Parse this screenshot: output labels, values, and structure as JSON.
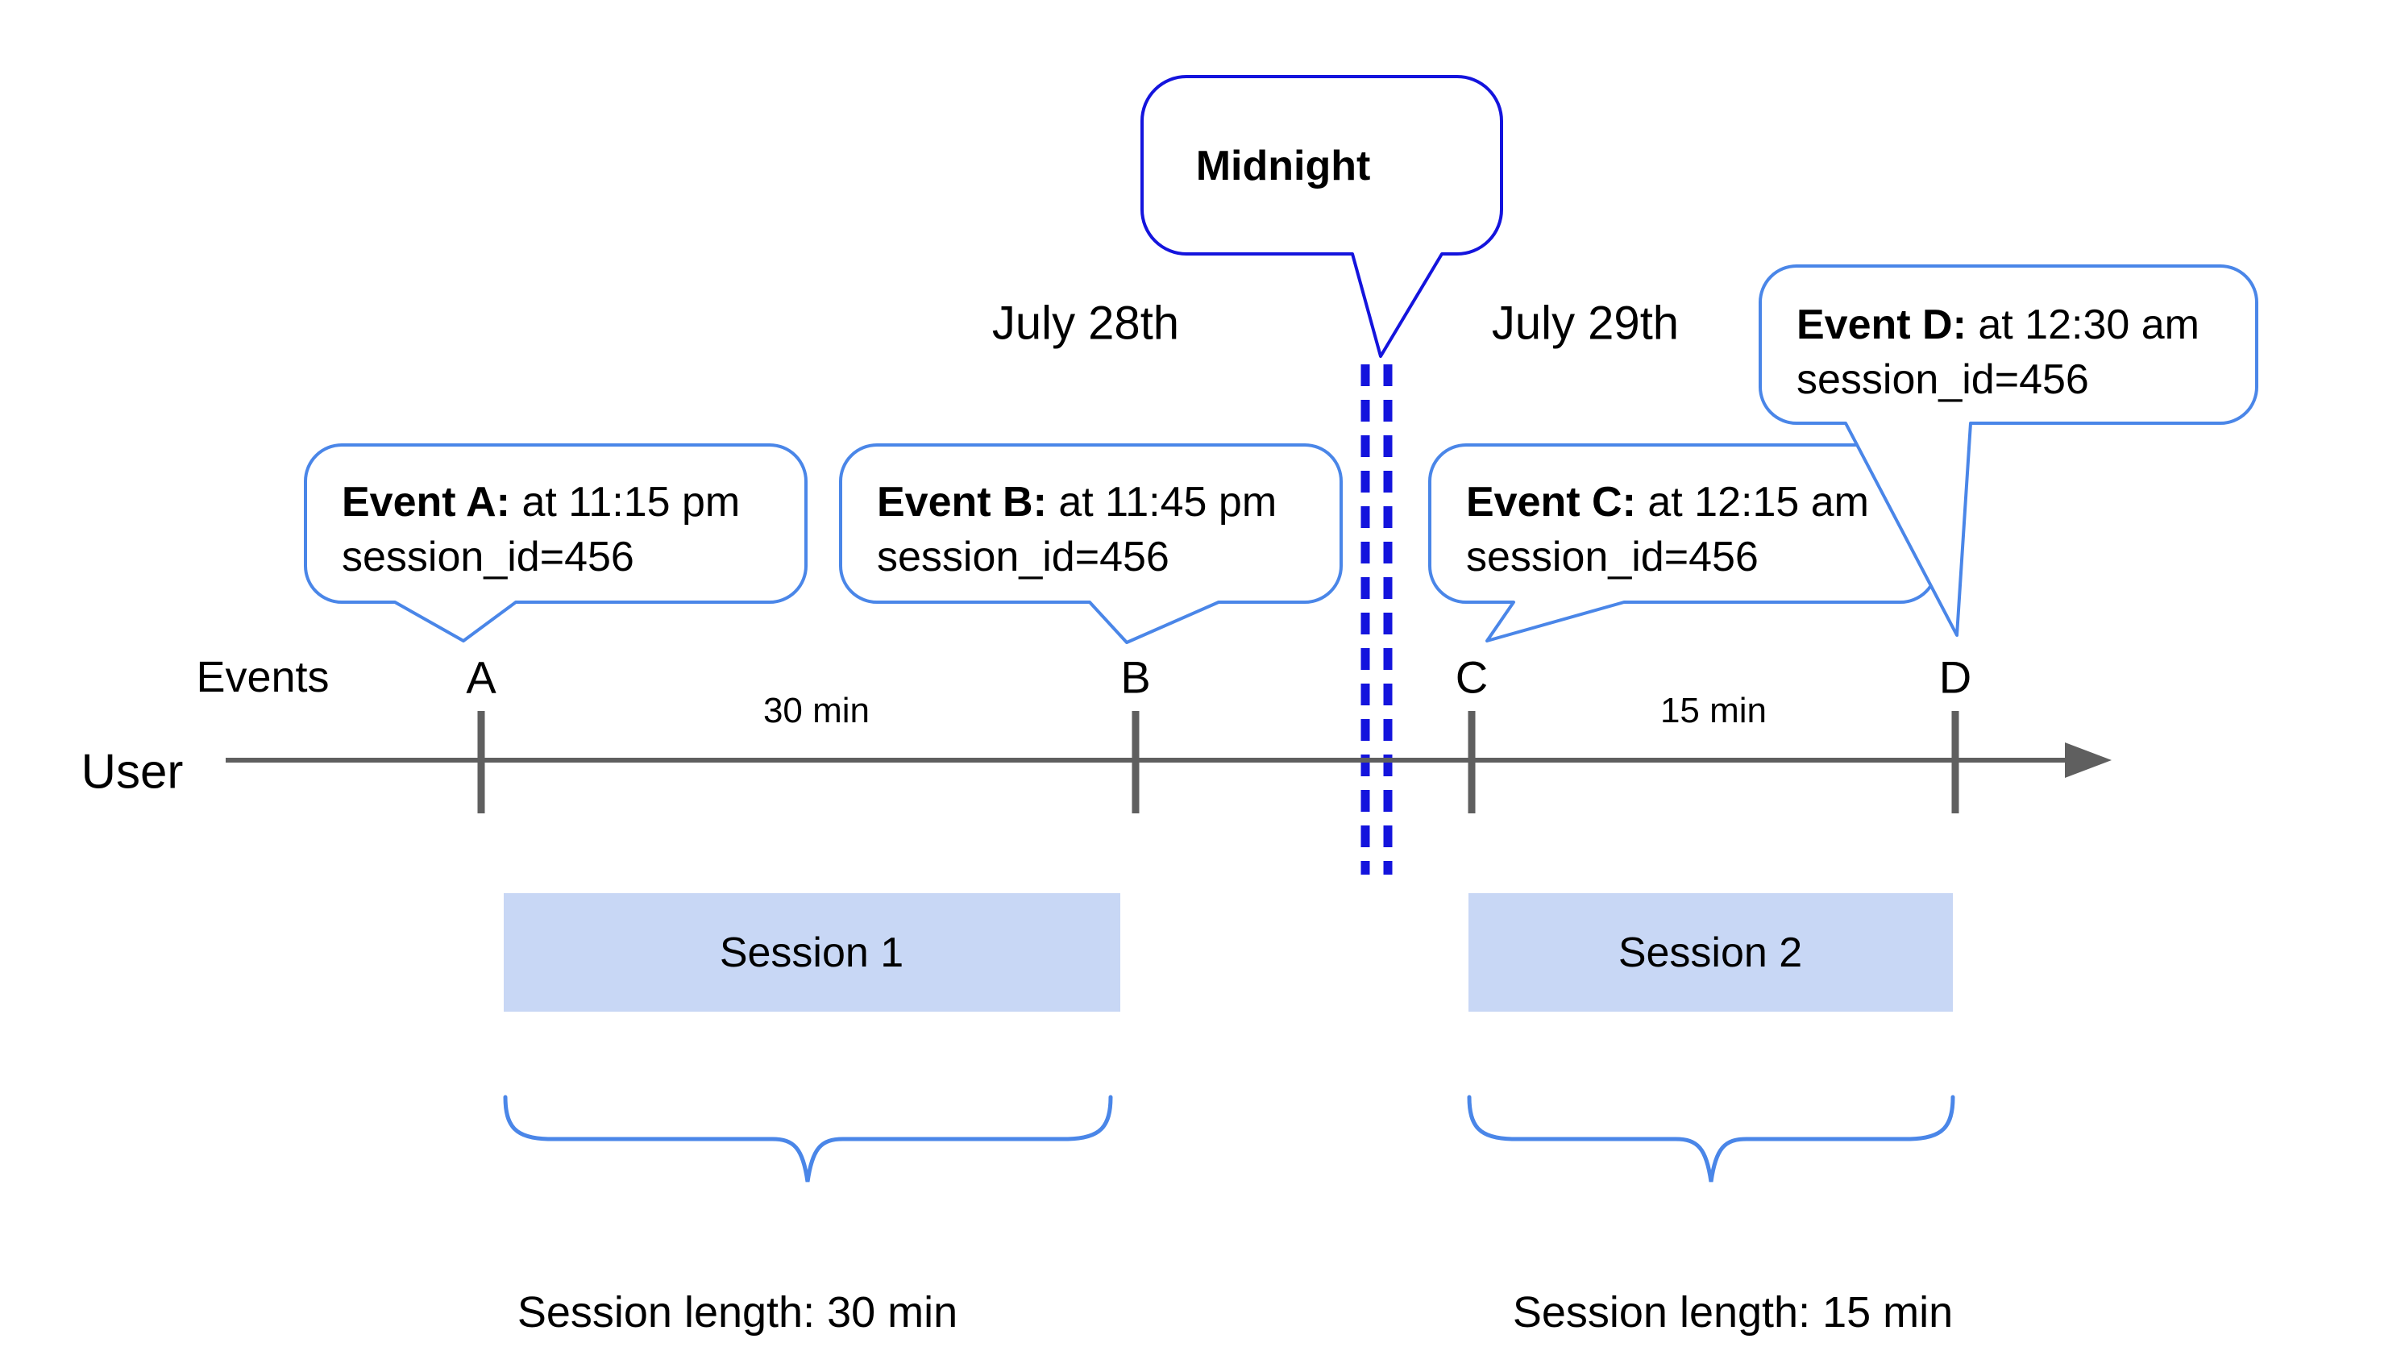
{
  "colors": {
    "background": "#ffffff",
    "event_callout_border": "#4a86e8",
    "midnight_callout_border": "#1414dd",
    "midnight_divider": "#1414dd",
    "timeline": "#5f5f5f",
    "tick": "#5f5f5f",
    "session_fill": "#c8d7f5",
    "brace": "#4a86e8",
    "text": "#000000"
  },
  "dates": {
    "left": "July 28th",
    "right": "July 29th"
  },
  "midnight_callout": {
    "label": "Midnight"
  },
  "event_callouts": [
    {
      "id": "A",
      "title": "Event A:",
      "time": " at 11:15 pm",
      "detail": "session_id=456"
    },
    {
      "id": "B",
      "title": "Event B:",
      "time": " at 11:45 pm",
      "detail": "session_id=456"
    },
    {
      "id": "C",
      "title": "Event C:",
      "time": " at 12:15 am",
      "detail": "session_id=456"
    },
    {
      "id": "D",
      "title": "Event D:",
      "time": " at 12:30 am",
      "detail": "session_id=456"
    }
  ],
  "timeline": {
    "events_label": "Events",
    "user_label": "User",
    "ticks": [
      "A",
      "B",
      "C",
      "D"
    ],
    "interval_ab": "30 min",
    "interval_cd": "15 min"
  },
  "sessions": [
    {
      "label": "Session 1",
      "length": "Session length: 30 min"
    },
    {
      "label": "Session 2",
      "length": "Session length: 15 min"
    }
  ]
}
